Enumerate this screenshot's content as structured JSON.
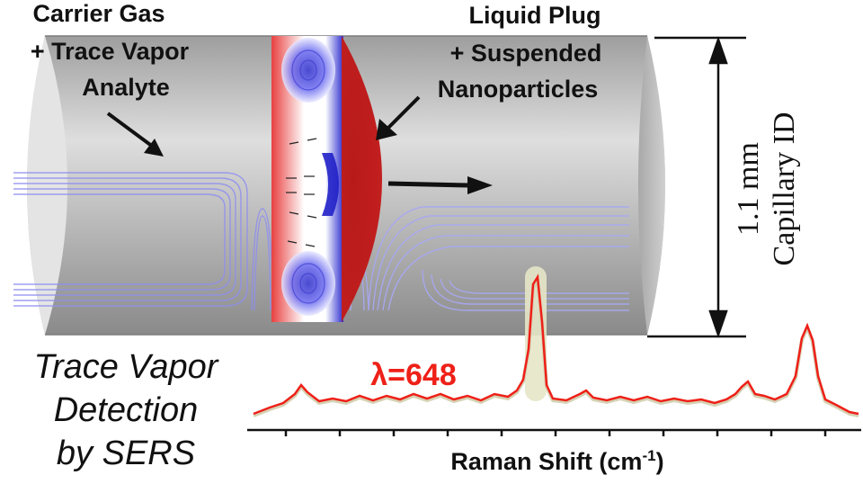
{
  "figure": {
    "labels": {
      "carrier_gas_line1": "Carrier Gas",
      "carrier_gas_line2": "+ Trace Vapor",
      "carrier_gas_line3": "Analyte",
      "liquid_plug_line1": "Liquid Plug",
      "liquid_plug_line2": "+  Suspended",
      "liquid_plug_line3": "Nanoparticles",
      "capillary_line1": "1.1 mm",
      "capillary_line2": "Capillary ID",
      "sers_line1": "Trace Vapor",
      "sers_line2": "Detection",
      "sers_line3": "by SERS",
      "wavelength_label": "λ=648",
      "xaxis_label": "Raman Shift (cm",
      "xaxis_superscript": "-1",
      "xaxis_close": ")"
    },
    "colors": {
      "tube_gray": "#b9b9b9",
      "streamline_blue": "#8f8ff0",
      "plug_red": "#c8161d",
      "spectrum_red": "#ee2018",
      "highlight": "#e6e6c8"
    },
    "icons": [
      "arrow-icon",
      "dimension-arrow-icon",
      "flow-direction-arrow-icon"
    ]
  }
}
